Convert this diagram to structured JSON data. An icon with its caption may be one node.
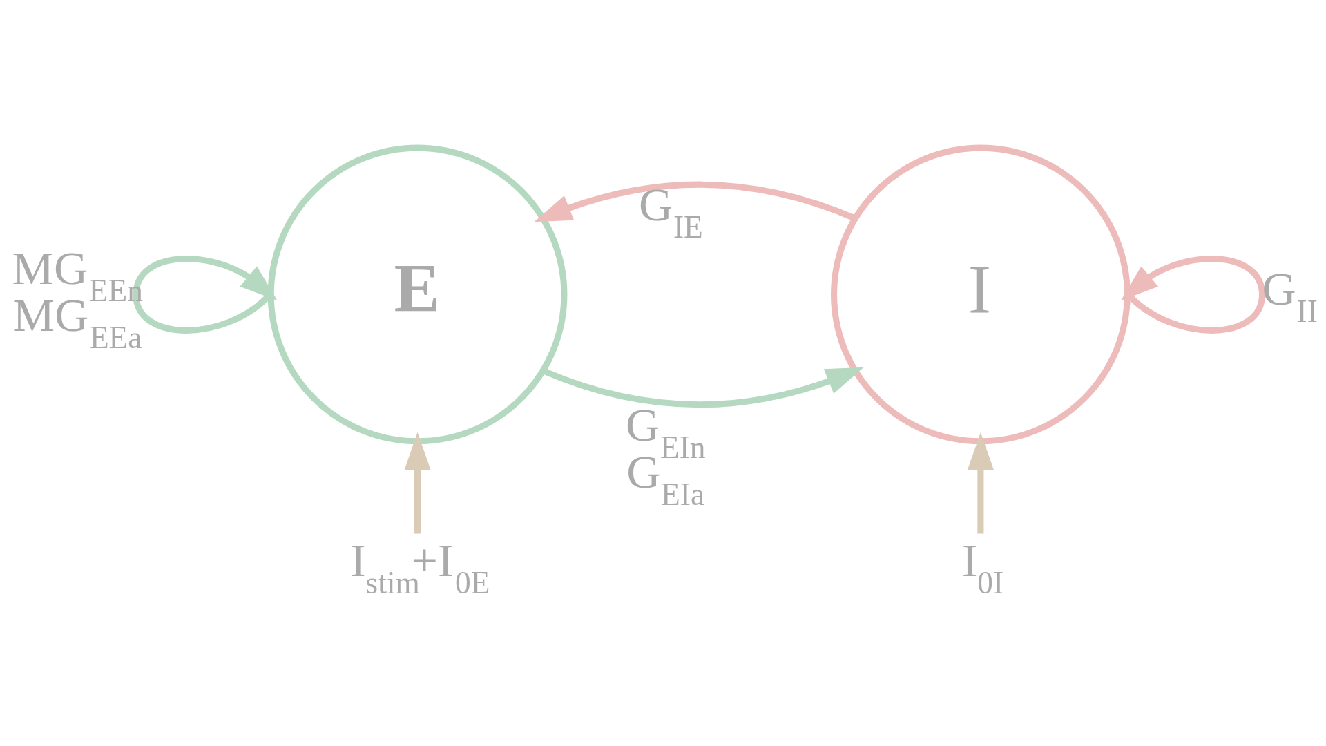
{
  "diagram": {
    "nodes": [
      {
        "text": [
          "E"
        ]
      },
      {
        "text": [
          "I"
        ]
      },
      {
        "text": [
          "I$_{stim}$+I$_{0E}$"
        ]
      },
      {
        "text": [
          "I$_{0I}$"
        ]
      }
    ],
    "edges": [
      {
        "from": 0,
        "to": 0,
        "arrow": "to",
        "label": "MG$_{EEn}$ MG$_{EEa}$",
        "color": "#b5d9c0"
      },
      {
        "from": 1,
        "to": 0,
        "arrow": "to",
        "label": "G$_{IE}$",
        "color": "#eebbbb"
      },
      {
        "from": 0,
        "to": 1,
        "arrow": "to",
        "label": "G$_{EIn}$ G$_{EIa}$",
        "color": "#b5d9c0"
      },
      {
        "from": 1,
        "to": 1,
        "arrow": "to",
        "label": "G$_{II}$",
        "color": "#eebbbb"
      },
      {
        "from": 2,
        "to": 0,
        "arrow": "to",
        "color": "#d9cbb5"
      },
      {
        "from": 3,
        "to": 1,
        "arrow": "to",
        "color": "#d9cbb5"
      }
    ]
  }
}
